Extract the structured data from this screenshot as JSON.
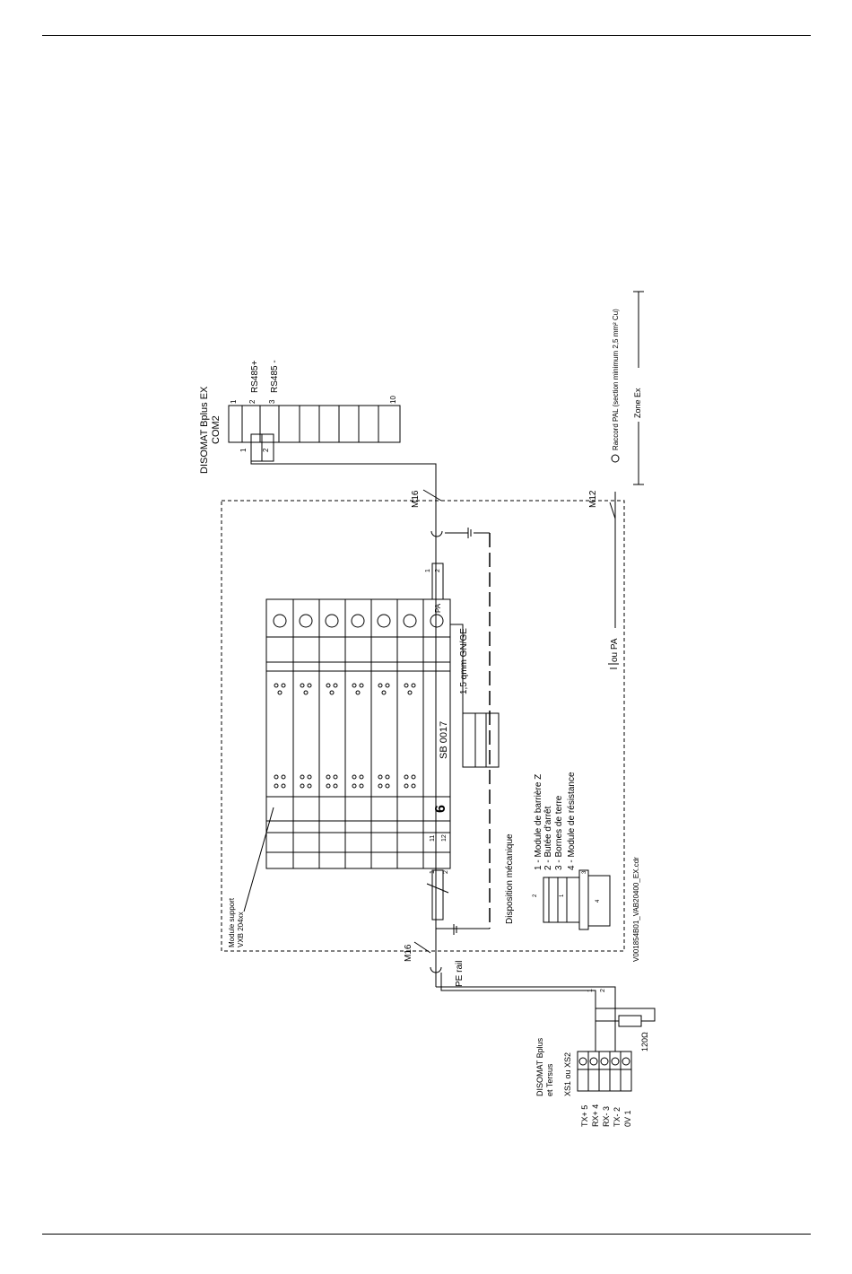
{
  "device_top": {
    "title": "DISOMAT Bplus EX",
    "port": "COM2",
    "pin_1": "1",
    "pin_2": "2",
    "pin_3": "3",
    "pin_10": "10",
    "rs485_plus": "RS485+",
    "rs485_minus": "RS485 -",
    "wire_1": "1",
    "wire_2": "2"
  },
  "legend_right": {
    "raccord": "Raccord PAL (section minimum 2,5 mm² Cu)",
    "zone": "Zone Ex",
    "ou_pa": "ou PA"
  },
  "glands": {
    "m16_top": "M16",
    "m12": "M12",
    "m16_bottom": "M16",
    "pe_rail": "PE rail"
  },
  "enclosure": {
    "module_support_line1": "Module support",
    "module_support_line2": "VXB 204xx",
    "barrier_number": "6",
    "barrier_label": "SB 0017",
    "pa_label": "PA",
    "wire_label": "1,5 qmm GN/GE",
    "term_top_1": "1",
    "term_top_2": "2",
    "term_bottom_1": "1",
    "term_bottom_2": "2",
    "slot_11": "11",
    "slot_12": "12"
  },
  "mechanical": {
    "title": "Disposition mécanique",
    "items": [
      "1 - Module de barrière Z",
      "2 - Butée d'arrêt",
      "3 - Bornes de terre",
      "4 - Module de résistance"
    ],
    "part_1": "1",
    "part_2": "2",
    "part_3": "3",
    "part_4": "4"
  },
  "file_ref": "V001854B01_VAB20400_EX.cdr",
  "device_bottom": {
    "title_line1": "DISOMAT Bplus",
    "title_line2": "et Tersus",
    "port": "XS1 ou XS2",
    "pins": [
      "TX+ 5",
      "RX+ 4",
      "RX-  3",
      "TX-  2",
      "0V   1"
    ],
    "wire_1": "1",
    "wire_2": "2",
    "resistor": "120Ω"
  }
}
